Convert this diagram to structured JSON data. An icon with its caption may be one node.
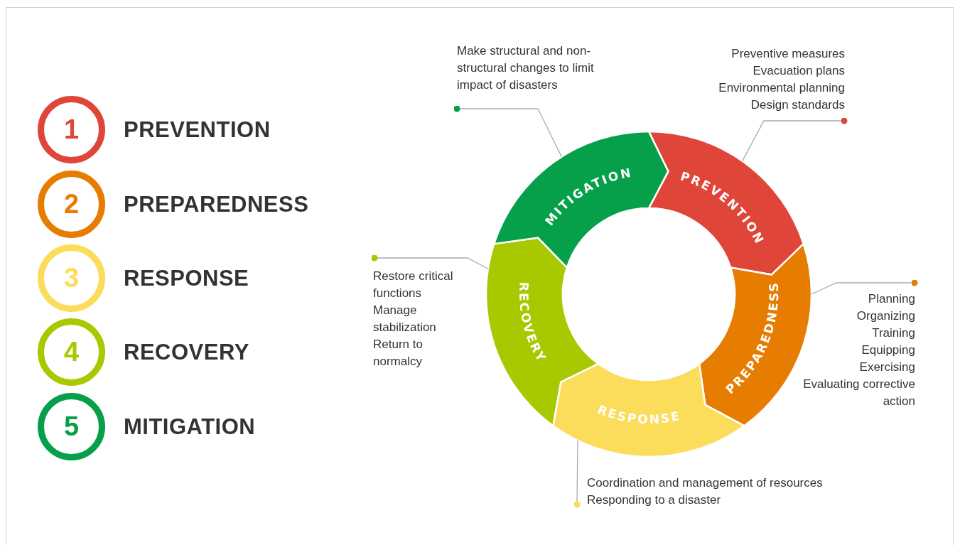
{
  "diagram": {
    "nodes": [
      {
        "text": [
          "1"
        ],
        "beside": [
          "PREVENTION"
        ]
      },
      {
        "text": [
          "2"
        ],
        "beside": [
          "PREPAREDNESS"
        ]
      },
      {
        "text": [
          "3"
        ],
        "beside": [
          "RESPONSE"
        ]
      },
      {
        "text": [
          "4"
        ],
        "beside": [
          "RECOVERY"
        ]
      },
      {
        "text": [
          "5"
        ],
        "beside": [
          "MITIGATION"
        ]
      },
      {
        "text": [
          "PREVENTION"
        ]
      },
      {
        "text": [
          "PREPAREDNESS"
        ]
      },
      {
        "text": [
          "RESPONSE"
        ]
      },
      {
        "text": [
          "RECOVERY"
        ]
      },
      {
        "text": [
          "MITIGATION"
        ]
      },
      {
        "text": [
          "Make structural and non-structural changes to limit impact of disasters"
        ]
      },
      {
        "text": [
          "Preventive measures",
          "Evacuation plans",
          "Environmental planning",
          "Design standards"
        ]
      },
      {
        "text": [
          "Restore critical functions",
          "Manage stabilization",
          "Return to normalcy"
        ]
      },
      {
        "text": [
          "Planning",
          "Organizing",
          "Training",
          "Equipping",
          "Exercising",
          "Evaluating corrective action"
        ]
      },
      {
        "text": [
          "Coordination and management of resources",
          "Responding to a disaster"
        ]
      }
    ],
    "edges": [
      {
        "from": 10,
        "to": 9,
        "arrow": "other"
      },
      {
        "from": 11,
        "to": 5,
        "arrow": "other"
      },
      {
        "from": 12,
        "to": 8,
        "arrow": "other"
      },
      {
        "from": 13,
        "to": 6,
        "arrow": "other"
      },
      {
        "from": 14,
        "to": 7,
        "arrow": "other"
      }
    ]
  }
}
